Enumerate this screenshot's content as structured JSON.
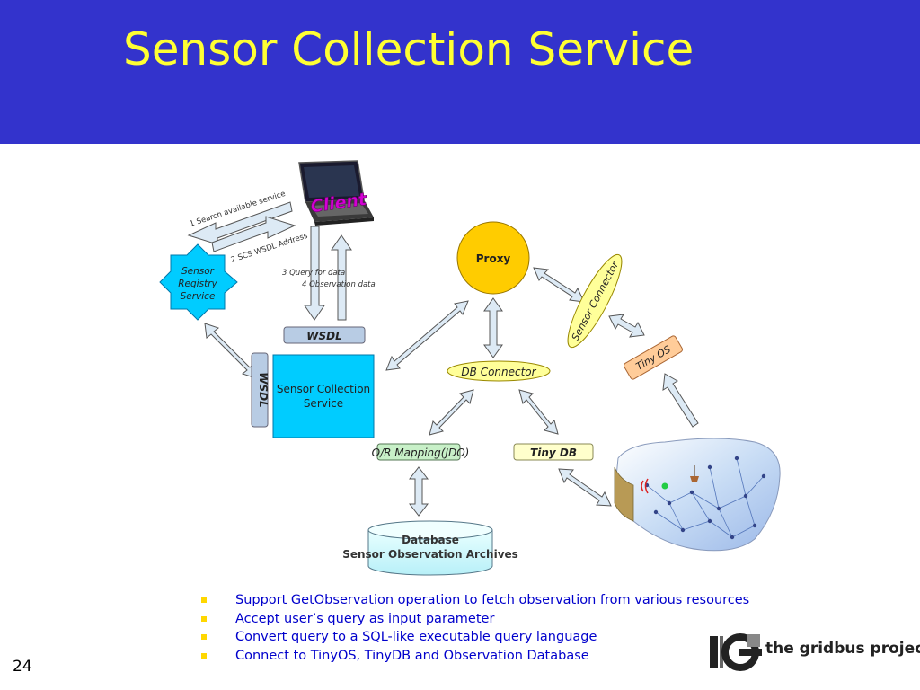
{
  "slide": {
    "title": "Sensor Collection Service",
    "number": "24",
    "header_color": "#3333CC",
    "title_color": "#FFFF33"
  },
  "diagram": {
    "client_label": "Client",
    "search_label": "1 Search available service",
    "wsdl_address_label": "2 SCS WSDL Address",
    "query_label": "3 Query for data",
    "observation_label": "4 Observation data",
    "registry_label": [
      "Sensor",
      "Registry",
      "Service"
    ],
    "wsdl_top": "WSDL",
    "wsdl_side": "WSDL",
    "scs_label": [
      "Sensor Collection",
      "Service"
    ],
    "proxy_label": "Proxy",
    "db_connector_label": "DB Connector",
    "sensor_connector_label": "Sensor Connector",
    "tinyos_label": "Tiny OS",
    "or_mapping_label": "O/R Mapping(JDO)",
    "tinydb_label": "Tiny DB",
    "database_label": [
      "Database",
      "Sensor Observation Archives"
    ]
  },
  "bullets": [
    "Support GetObservation operation to fetch observation from various resources",
    "Accept user’s query as input parameter",
    "Convert query to a SQL-like executable query language",
    "Connect to TinyOS, TinyDB and Observation Database"
  ],
  "logo": {
    "text": "the gridbus project"
  },
  "colors": {
    "bullet_text": "#0000CC",
    "bullet_marker": "#FFD700",
    "scs_box": "#00CCFF",
    "proxy": "#FFCC00",
    "tinyos": "#FFCC99",
    "tinydb": "#FFFFCC",
    "arrows": "#DDEAF5"
  }
}
